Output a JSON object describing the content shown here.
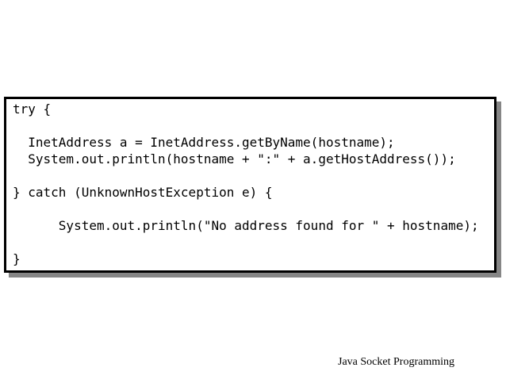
{
  "slide": {
    "background_color": "#ffffff",
    "code_box": {
      "border_color": "#000000",
      "shadow_color": "#868686",
      "text_color": "#000000",
      "lines": [
        "try {",
        "",
        "  InetAddress a = InetAddress.getByName(hostname);",
        "  System.out.println(hostname + \":\" + a.getHostAddress());",
        "",
        "} catch (UnknownHostException e) {",
        "",
        "      System.out.println(\"No address found for \" + hostname);",
        "",
        "}"
      ]
    },
    "footer": {
      "label": "Java Socket Programming"
    }
  }
}
